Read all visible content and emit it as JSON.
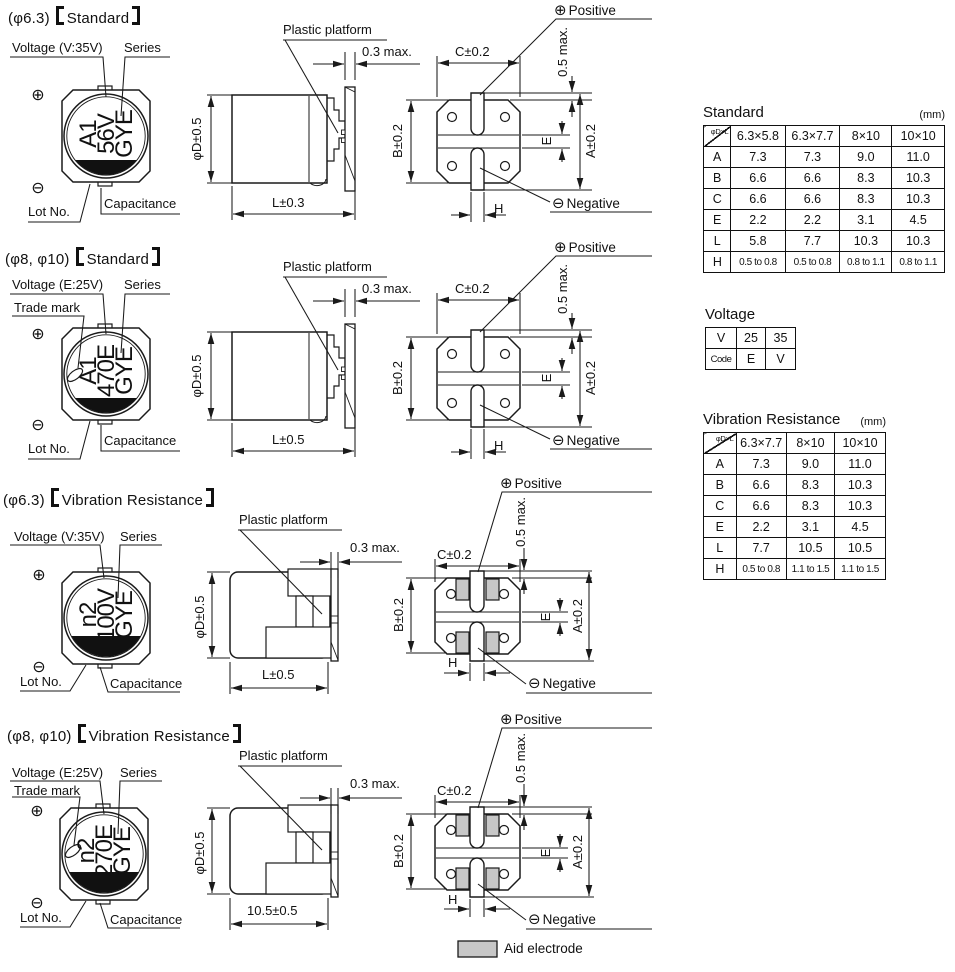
{
  "symbols": {
    "plus": "⊕",
    "minus": "⊖"
  },
  "sections": [
    {
      "title_prefix": "(φ6.3)",
      "title_name": "Standard",
      "marking": [
        "A1",
        "56V",
        "GYE"
      ],
      "labels": {
        "voltage": "Voltage (V:35V)",
        "series": "Series",
        "lot": "Lot No.",
        "capacitance": "Capacitance",
        "plastic_platform": "Plastic platform",
        "edge_gap": "0.3 max.",
        "diameter": "φD±0.5",
        "length": "L±0.3",
        "dim_b": "B±0.2",
        "dim_c": "C±0.2",
        "dim_a": "A±0.2",
        "dim_e": "E",
        "dim_h": "H",
        "protrusion": "0.5 max.",
        "positive": "Positive",
        "negative": "Negative"
      }
    },
    {
      "title_prefix": "(φ8, φ10)",
      "title_name": "Standard",
      "marking": [
        "A1",
        "470E",
        "GYE"
      ],
      "labels": {
        "voltage": "Voltage (E:25V)",
        "trade_mark": "Trade mark",
        "series": "Series",
        "lot": "Lot No.",
        "capacitance": "Capacitance",
        "plastic_platform": "Plastic platform",
        "edge_gap": "0.3 max.",
        "diameter": "φD±0.5",
        "length": "L±0.5",
        "dim_b": "B±0.2",
        "dim_c": "C±0.2",
        "dim_a": "A±0.2",
        "dim_e": "E",
        "dim_h": "H",
        "protrusion": "0.5 max.",
        "positive": "Positive",
        "negative": "Negative"
      }
    },
    {
      "title_prefix": "(φ6.3)",
      "title_name": "Vibration Resistance",
      "marking": [
        "n2",
        "100V",
        "GYE"
      ],
      "labels": {
        "voltage": "Voltage (V:35V)",
        "series": "Series",
        "lot": "Lot No.",
        "capacitance": "Capacitance",
        "plastic_platform": "Plastic platform",
        "edge_gap": "0.3 max.",
        "diameter": "φD±0.5",
        "length": "L±0.5",
        "dim_b": "B±0.2",
        "dim_c": "C±0.2",
        "dim_a": "A±0.2",
        "dim_e": "E",
        "dim_h": "H",
        "protrusion": "0.5 max.",
        "positive": "Positive",
        "negative": "Negative"
      }
    },
    {
      "title_prefix": "(φ8, φ10)",
      "title_name": "Vibration Resistance",
      "marking": [
        "n2",
        "270E",
        "GYE"
      ],
      "labels": {
        "voltage": "Voltage (E:25V)",
        "trade_mark": "Trade mark",
        "series": "Series",
        "lot": "Lot No.",
        "capacitance": "Capacitance",
        "plastic_platform": "Plastic platform",
        "edge_gap": "0.3 max.",
        "diameter": "φD±0.5",
        "length": "10.5±0.5",
        "dim_b": "B±0.2",
        "dim_c": "C±0.2",
        "dim_a": "A±0.2",
        "dim_e": "E",
        "dim_h": "H",
        "protrusion": "0.5 max.",
        "positive": "Positive",
        "negative": "Negative"
      }
    }
  ],
  "legend": {
    "aid_electrode": "Aid electrode"
  },
  "tables": {
    "standard": {
      "title": "Standard",
      "unit": "(mm)",
      "corner": "φD×L",
      "columns": [
        "6.3×5.8",
        "6.3×7.7",
        "8×10",
        "10×10"
      ],
      "rows": [
        {
          "label": "A",
          "values": [
            "7.3",
            "7.3",
            "9.0",
            "11.0"
          ]
        },
        {
          "label": "B",
          "values": [
            "6.6",
            "6.6",
            "8.3",
            "10.3"
          ]
        },
        {
          "label": "C",
          "values": [
            "6.6",
            "6.6",
            "8.3",
            "10.3"
          ]
        },
        {
          "label": "E",
          "values": [
            "2.2",
            "2.2",
            "3.1",
            "4.5"
          ]
        },
        {
          "label": "L",
          "values": [
            "5.8",
            "7.7",
            "10.3",
            "10.3"
          ]
        },
        {
          "label": "H",
          "values": [
            "0.5 to 0.8",
            "0.5 to 0.8",
            "0.8 to 1.1",
            "0.8 to 1.1"
          ]
        }
      ]
    },
    "voltage": {
      "title": "Voltage",
      "rows": [
        [
          "V",
          "25",
          "35"
        ],
        [
          "Code",
          "E",
          "V"
        ]
      ]
    },
    "vibration": {
      "title": "Vibration Resistance",
      "unit": "(mm)",
      "corner": "φD×L",
      "columns": [
        "6.3×7.7",
        "8×10",
        "10×10"
      ],
      "rows": [
        {
          "label": "A",
          "values": [
            "7.3",
            "9.0",
            "11.0"
          ]
        },
        {
          "label": "B",
          "values": [
            "6.6",
            "8.3",
            "10.3"
          ]
        },
        {
          "label": "C",
          "values": [
            "6.6",
            "8.3",
            "10.3"
          ]
        },
        {
          "label": "E",
          "values": [
            "2.2",
            "3.1",
            "4.5"
          ]
        },
        {
          "label": "L",
          "values": [
            "7.7",
            "10.5",
            "10.5"
          ]
        },
        {
          "label": "H",
          "values": [
            "0.5 to 0.8",
            "1.1 to 1.5",
            "1.1 to 1.5"
          ]
        }
      ]
    }
  }
}
